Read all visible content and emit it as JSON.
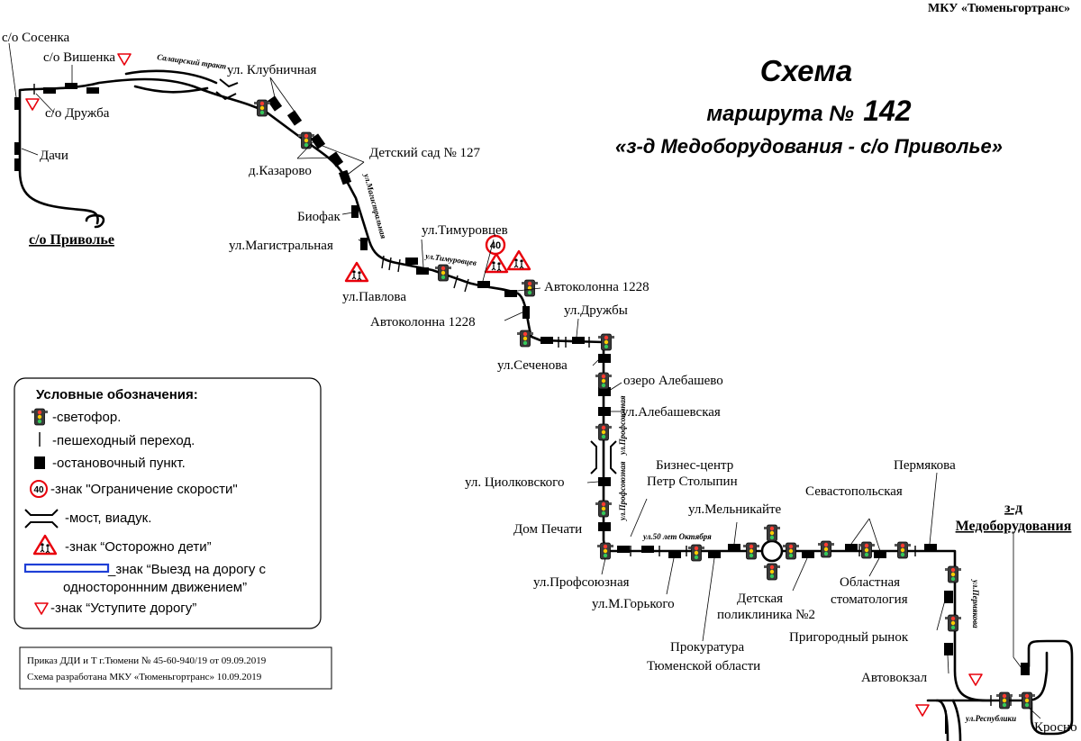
{
  "header": {
    "org": "МКУ «Тюменьгортранс»",
    "title_line1": "Схема",
    "title_line2": "маршрута №",
    "route_number": "142",
    "title_line3": "«з-д   Медоборудования - с/о Приволье»"
  },
  "terminals": {
    "start": "с/о Приволье",
    "end_line1": "з-д",
    "end_line2": "Медоборудования"
  },
  "stops": {
    "sosenka": "с/о Сосенка",
    "vishenka": "с/о Вишенка",
    "druzhba_so": "с/о Дружба",
    "dachi": "Дачи",
    "klubnichnaya": "ул. Клубничная",
    "kazarovo": "д.Казарово",
    "detsad": "Детский сад № 127",
    "biofak": "Биофак",
    "magistralnaya": "ул.Магистральная",
    "pavlova": "ул.Павлова",
    "timurovtsev": "ул.Тимуровцев",
    "avtokolonna_a": "Автоколонна 1228",
    "avtokolonna_b": "Автоколонна 1228",
    "druzhby": "ул.Дружбы",
    "sechenova": "ул.Сеченова",
    "alebashevo": "озеро Алебашево",
    "alebashevskaya": "ул.Алебашевская",
    "tsiolkovskogo": "ул. Циолковского",
    "dom_pechati": "Дом Печати",
    "biznes_1": "Бизнес-центр",
    "biznes_2": "Петр Столыпин",
    "profsoyuznaya": "ул.Профсоюзная",
    "gorkogo": "ул.М.Горького",
    "melnikayte": "ул.Мельникайте",
    "prokuratura_1": "Прокуратура",
    "prokuratura_2": "Тюменской области",
    "poliklinika_1": "Детская",
    "poliklinika_2": "поликлиника №2",
    "sevastopolskaya": "Севастопольская",
    "stomatologiya_1": "Областная",
    "stomatologiya_2": "стоматология",
    "permyakova": "Пермякова",
    "prigorodny": "Пригородный рынок",
    "avtovokzal": "Автовокзал",
    "krasno": "Кросно"
  },
  "streets": {
    "salairsky": "Салаирский тракт",
    "magistralnaya": "ул.Магистральная",
    "timurovtsev": "ул.Тимуровцев",
    "profsoyuznaya": "ул.Профсоюзная",
    "oktyabrya": "ул.50 лет Октября",
    "permyakova": "ул.Пермякова",
    "respubliki": "ул.Республики"
  },
  "speed_limit": "40",
  "legend": {
    "heading": "Условные обозначения:",
    "items": [
      "-светофор.",
      "-пешеходный переход.",
      "-остановочный пункт.",
      "-знак \"Ограничение скорости\"",
      "-мост, виадук.",
      "-знак “Осторожно дети”",
      "_знак “Выезд на дорогу с",
      "одностороннним движением”",
      "-знак “Уступите дорогу”"
    ],
    "speed_value": "40"
  },
  "note": {
    "line1": "Приказ ДДИ и Т г.Тюмени № 45-60-940/19 от 09.09.2019",
    "line2": "Схема разработана МКУ «Тюменьгортранс» 10.09.2019"
  },
  "colors": {
    "ink": "#000000",
    "warning_red": "#e8000b",
    "one_way_blue": "#1f3fd6"
  }
}
